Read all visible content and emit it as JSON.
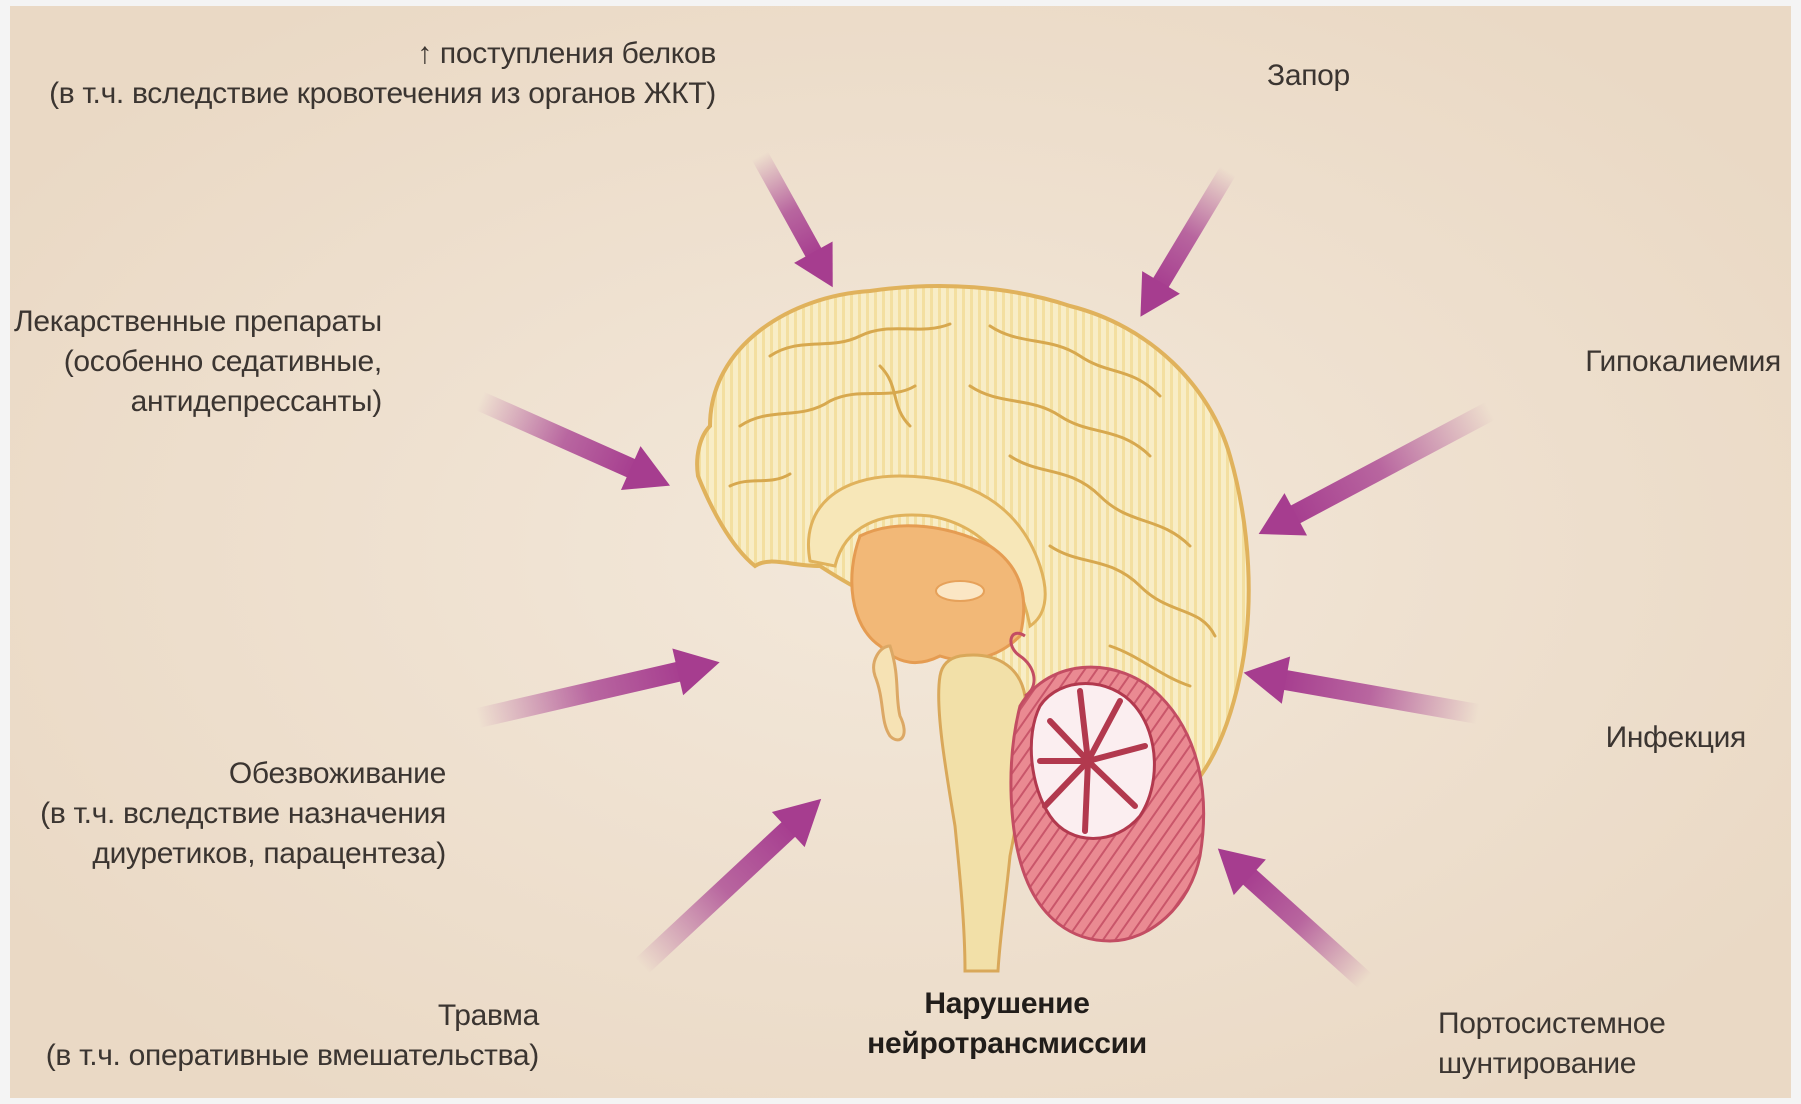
{
  "factors": {
    "protein": {
      "lines": [
        "↑ поступления белков",
        "(в т.ч. вследствие кровотечения из органов ЖКТ)"
      ]
    },
    "constipation": {
      "lines": [
        "Запор"
      ]
    },
    "drugs": {
      "lines": [
        "Лекарственные препараты",
        "(особенно седативные,",
        "антидепрессанты)"
      ]
    },
    "hypokalemia": {
      "lines": [
        "Гипокалиемия"
      ]
    },
    "infection": {
      "lines": [
        "Инфекция"
      ]
    },
    "dehydration": {
      "lines": [
        "Обезвоживание",
        "(в т.ч. вследствие назначения",
        "диуретиков, парацентеза)"
      ]
    },
    "trauma": {
      "lines": [
        "Травма",
        "(в т.ч. оперативные вмешательства)"
      ]
    },
    "shunt": {
      "lines": [
        "Портосистемное",
        "шунтирование"
      ]
    }
  },
  "center": {
    "lines": [
      "Нарушение",
      "нейротрансмиссии"
    ]
  },
  "colors": {
    "arrow": "#a63d8f",
    "cortex": "#f6e6b0",
    "cortex_outline": "#e2b866",
    "ventricle": "#f2b877",
    "cerebellum": "#e77f88"
  }
}
